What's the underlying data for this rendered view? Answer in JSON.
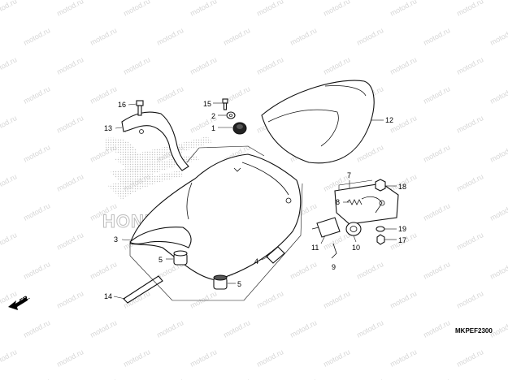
{
  "watermark_text": "motod.ru",
  "brand_text": "HONDA",
  "diagram_code": "MKPEF2300",
  "direction_label": "FR.",
  "callouts": [
    {
      "id": "c1",
      "label": "1"
    },
    {
      "id": "c2",
      "label": "2"
    },
    {
      "id": "c3",
      "label": "3"
    },
    {
      "id": "c4",
      "label": "4"
    },
    {
      "id": "c5a",
      "label": "5"
    },
    {
      "id": "c5b",
      "label": "5"
    },
    {
      "id": "c7",
      "label": "7"
    },
    {
      "id": "c8",
      "label": "8"
    },
    {
      "id": "c9",
      "label": "9"
    },
    {
      "id": "c10",
      "label": "10"
    },
    {
      "id": "c11",
      "label": "11"
    },
    {
      "id": "c12",
      "label": "12"
    },
    {
      "id": "c13",
      "label": "13"
    },
    {
      "id": "c14",
      "label": "14"
    },
    {
      "id": "c15",
      "label": "15"
    },
    {
      "id": "c16",
      "label": "16"
    },
    {
      "id": "c17",
      "label": "17"
    },
    {
      "id": "c18",
      "label": "18"
    },
    {
      "id": "c19",
      "label": "19"
    }
  ]
}
